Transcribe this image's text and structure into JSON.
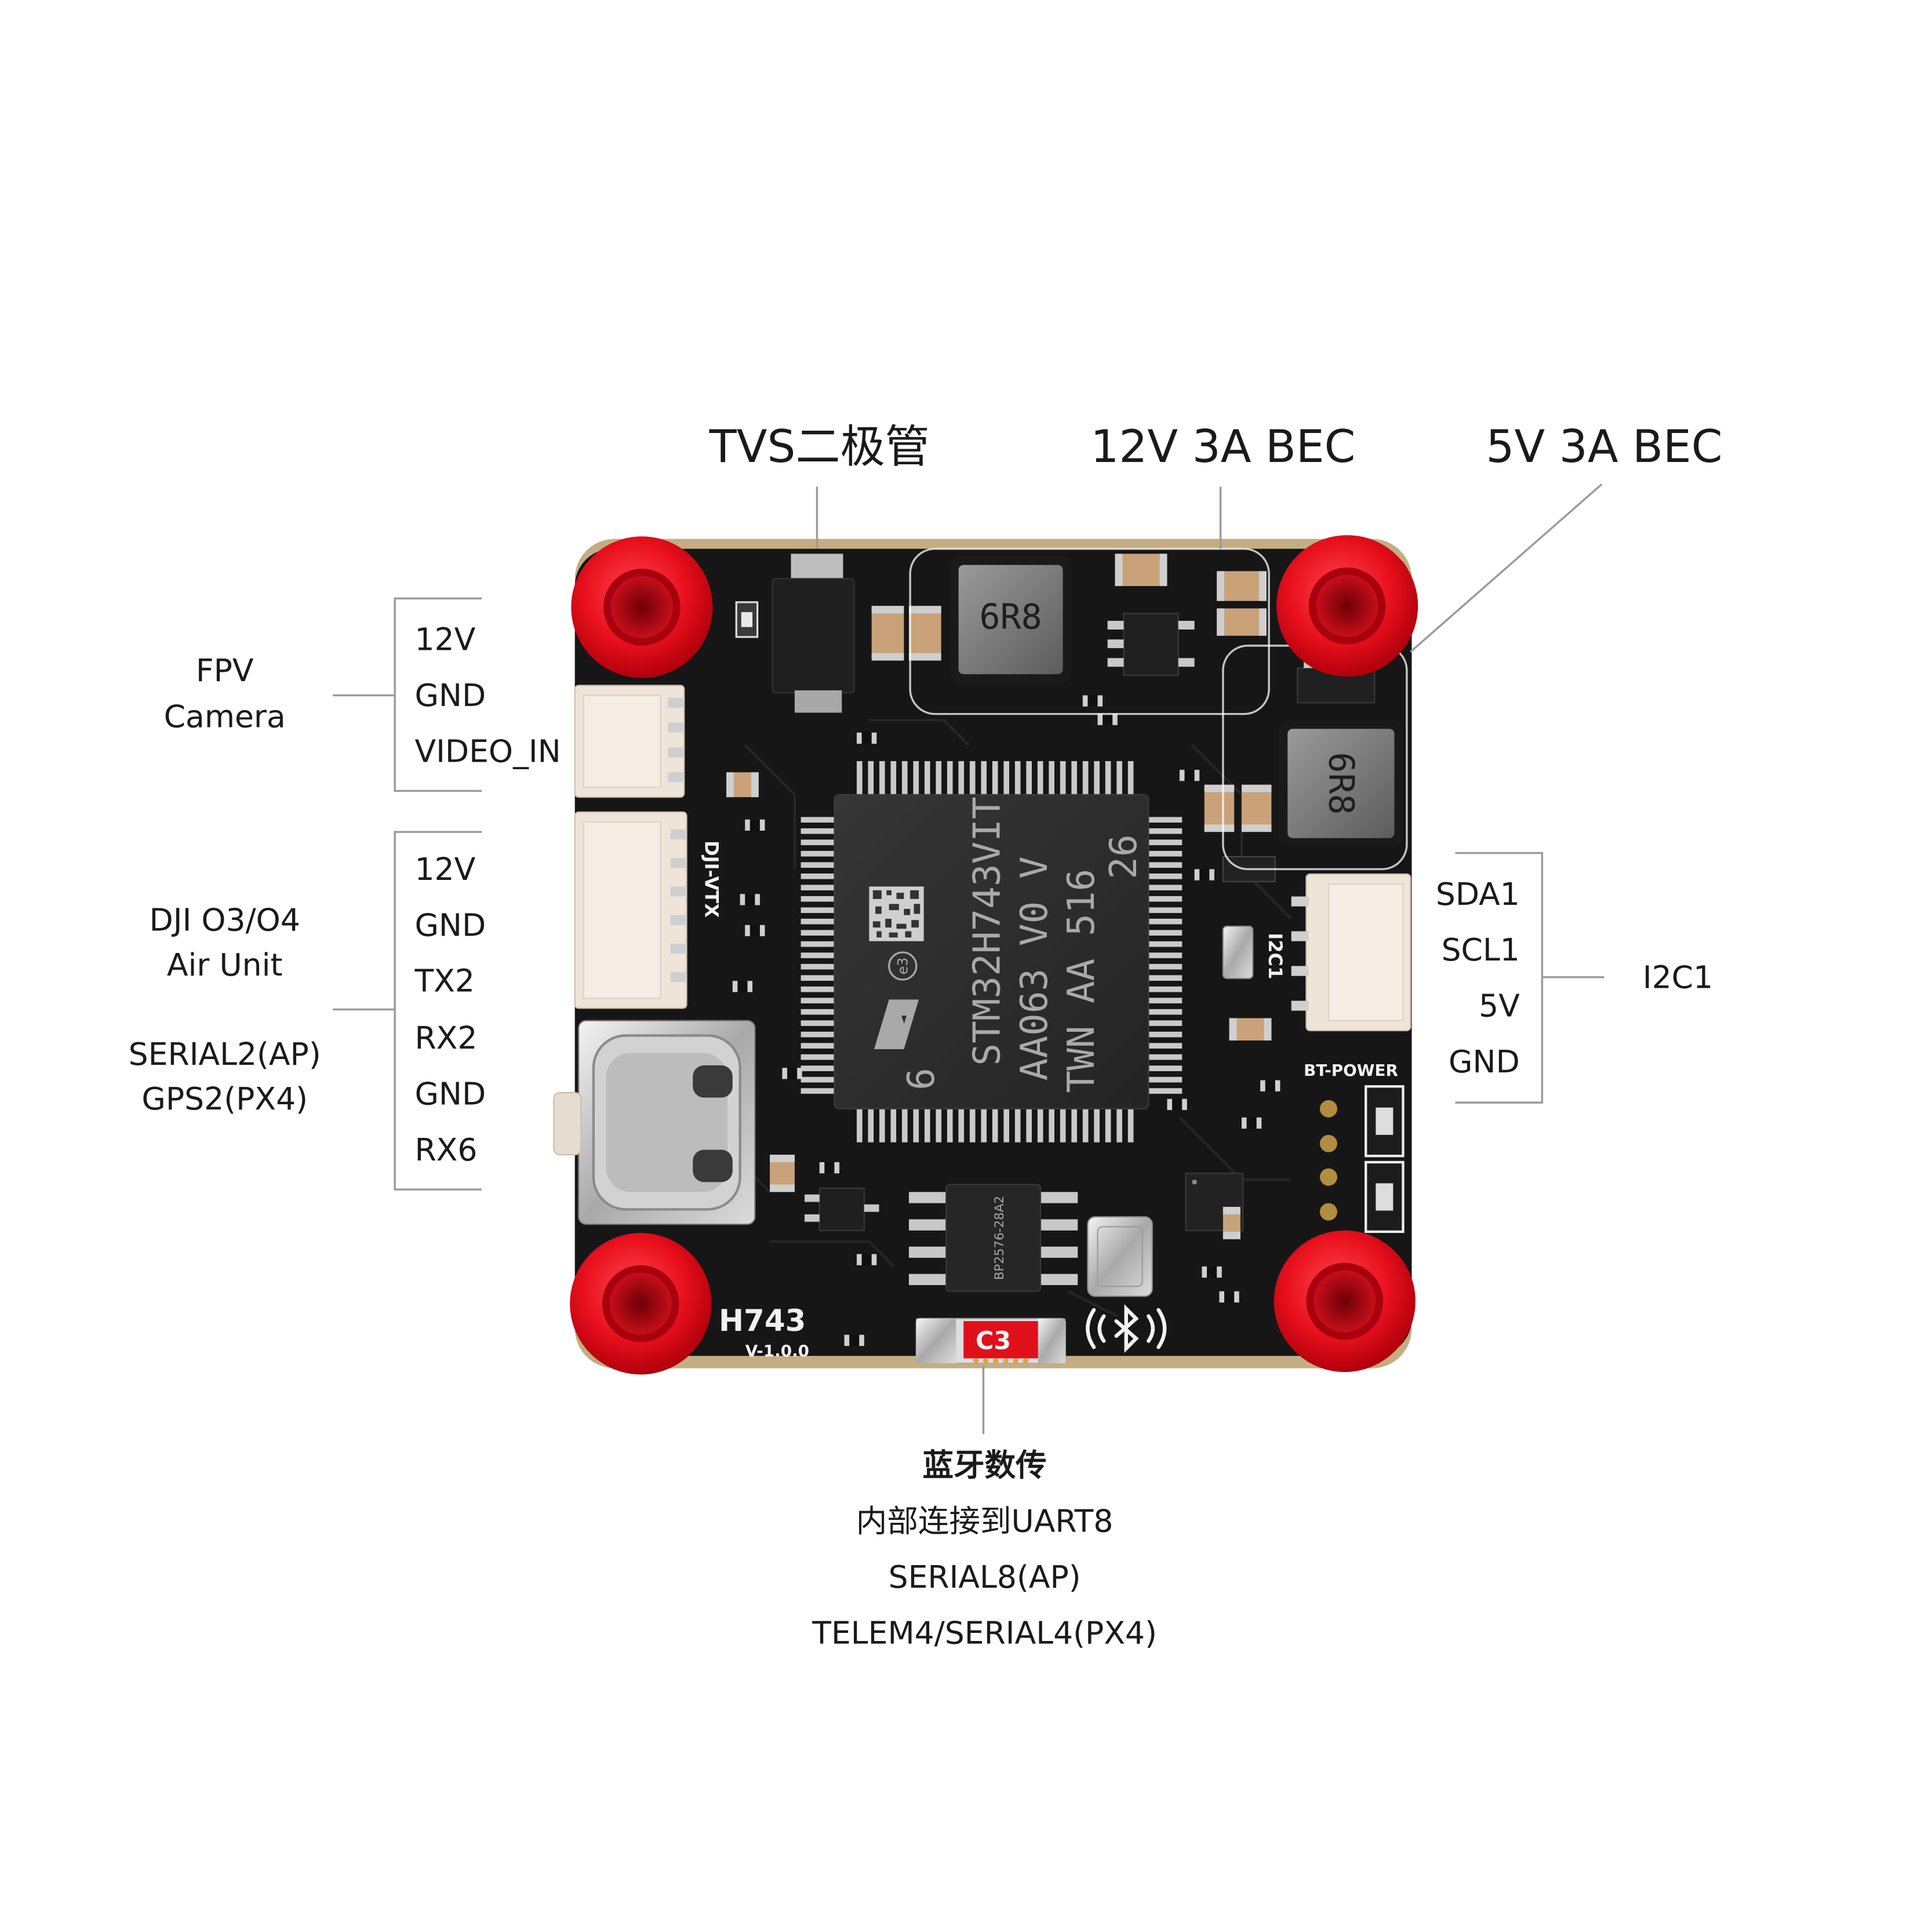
{
  "callouts": {
    "tvs": "TVS二极管",
    "bec12": "12V 3A BEC",
    "bec5": "5V 3A BEC"
  },
  "fpv_camera": {
    "title_lines": [
      "FPV",
      "Camera"
    ],
    "pins": [
      "12V",
      "GND",
      "VIDEO_IN"
    ]
  },
  "dji_air_unit": {
    "title_lines": [
      "DJI O3/O4",
      "Air Unit"
    ],
    "serial_lines": [
      "SERIAL2(AP)",
      "GPS2(PX4)"
    ],
    "pins": [
      "12V",
      "GND",
      "TX2",
      "RX2",
      "GND",
      "RX6"
    ]
  },
  "i2c1": {
    "title": "I2C1",
    "pins": [
      "SDA1",
      "SCL1",
      "5V",
      "GND"
    ]
  },
  "bluetooth": {
    "lines": [
      "蓝牙数传",
      "内部连接到UART8",
      "SERIAL8(AP)",
      "TELEM4/SERIAL4(PX4)"
    ]
  },
  "board": {
    "model": "H743",
    "version": "V-1.0.0",
    "bt_module_label": "C3",
    "inductor_markings": [
      "6R8",
      "6R8"
    ],
    "silkscreen": {
      "dji_vtx": "DJI-VTX",
      "i2c1": "I2C1",
      "bt_power": "BT-POWER"
    },
    "mcu_marking": [
      "STM32H743VIT",
      "6",
      "AA063 V0 V",
      "TWN AA 516",
      "26"
    ],
    "mcu_e3": "e3",
    "ldo_marking": "BP2576-28A2"
  },
  "icons": {
    "bluetooth": "bluetooth-icon",
    "st_logo": "st-logo-icon"
  },
  "colors": {
    "board": "#161616",
    "board_edge": "#c4ad82",
    "grommet": "#e8101c",
    "connector": "#eee4d8",
    "annotation_text": "#1a1a1a",
    "leader_line": "#9a9a9a",
    "bt_label": "#e0101a"
  }
}
